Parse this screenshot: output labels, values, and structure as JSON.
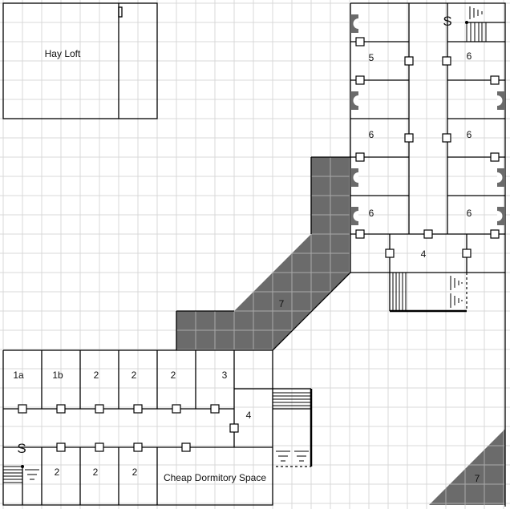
{
  "map": {
    "colors": {
      "grid": "#d9d9d9",
      "shaded": "#6b6b6b",
      "wall": "#000000"
    },
    "hay_loft": {
      "label": "Hay Loft"
    },
    "upper_wing": {
      "rooms": [
        {
          "label": "5"
        },
        {
          "label": "6"
        },
        {
          "label": "6"
        },
        {
          "label": "6"
        },
        {
          "label": "6"
        },
        {
          "label": "6"
        },
        {
          "label": "4"
        }
      ],
      "stair_marker": "S"
    },
    "passage": {
      "label": "7"
    },
    "corner_passage": {
      "label": "7"
    },
    "lower_wing": {
      "rooms_top": [
        {
          "label": "1a"
        },
        {
          "label": "1b"
        },
        {
          "label": "2"
        },
        {
          "label": "2"
        },
        {
          "label": "2"
        },
        {
          "label": "3"
        }
      ],
      "hall": {
        "label": "4"
      },
      "stair_marker": "S",
      "rooms_bottom": [
        {
          "label": "2"
        },
        {
          "label": "2"
        },
        {
          "label": "2"
        }
      ],
      "dormitory": {
        "label": "Cheap Dormitory Space"
      }
    }
  }
}
